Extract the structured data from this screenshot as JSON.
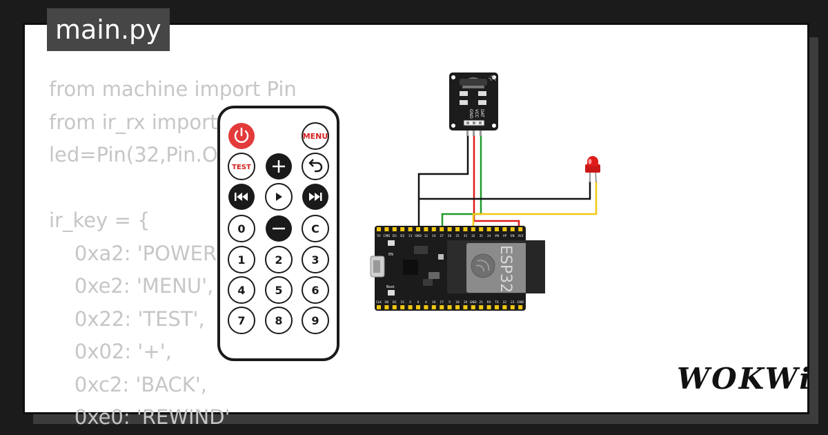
{
  "file_tab": "main.py",
  "code_lines": [
    "from machine import Pin",
    "from ir_rx import",
    "led=Pin(32,Pin.O",
    "",
    "ir_key = {",
    "    0xa2: 'POWER'",
    "    0xe2: 'MENU',",
    "    0x22: 'TEST',",
    "    0x02: '+',",
    "    0xc2: 'BACK',",
    "    0xe0: 'REWIND'"
  ],
  "remote": {
    "menu_label": "MENU",
    "test_label": "TEST",
    "c_label": "C",
    "digits": [
      "0",
      "1",
      "2",
      "3",
      "4",
      "5",
      "6",
      "7",
      "8",
      "9"
    ]
  },
  "ir_receiver": {
    "pins": [
      "GND",
      "VCC",
      "DAT"
    ]
  },
  "esp32": {
    "label": "ESP32",
    "top_pins": [
      "3V3",
      "EN",
      "VP",
      "VN",
      "34",
      "35",
      "32",
      "33",
      "25",
      "26",
      "27",
      "14",
      "12",
      "GND",
      "13",
      "D2",
      "D3",
      "CMD",
      "5V"
    ],
    "bottom_pins": [
      "CLK",
      "D0",
      "D1",
      "15",
      "2",
      "0",
      "4",
      "16",
      "17",
      "5",
      "18",
      "19",
      "GND",
      "21",
      "RX",
      "TX",
      "22",
      "23",
      "GND"
    ],
    "boot_label": "Boot",
    "en_label": "EN"
  },
  "colors": {
    "wire_black": "#111111",
    "wire_red": "#e01b1b",
    "wire_green": "#1f9a2e",
    "wire_yellow": "#f2c811",
    "power_button": "#e33a3a",
    "led_red": "#e01b1b"
  },
  "brand": "WOKWi"
}
